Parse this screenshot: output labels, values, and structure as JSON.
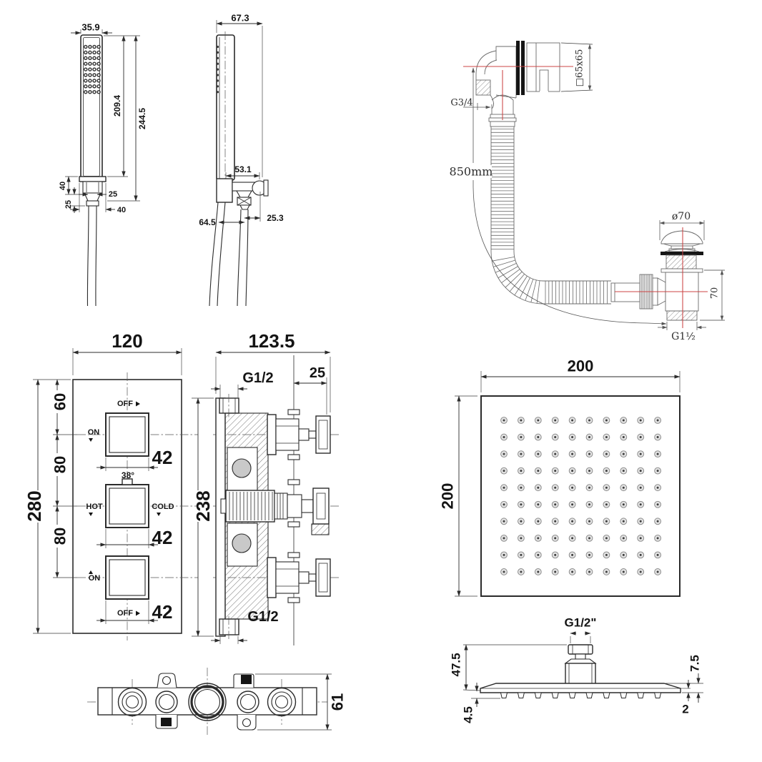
{
  "colors": {
    "line": "#2b2b2b",
    "bath_line": "#6b6b6b",
    "red_centerline": "#cc4444",
    "background": "#ffffff"
  },
  "hand_shower_front": {
    "head_width": "35.9",
    "face_length": "209.4",
    "total_length": "244.5",
    "bracket_height": "40",
    "bracket_lower": "25",
    "cone_width": "25",
    "bracket_width": "40",
    "spray_rows": 9,
    "spray_cols": 4
  },
  "hand_shower_side": {
    "depth": "67.3",
    "bracket_length": "53.1",
    "hose_spread": "64.5",
    "hose_offset": "25.3",
    "spray_rows": 9
  },
  "bath_filler": {
    "overflow_face": "□65x65",
    "inlet_thread": "G3/4",
    "hose_length": "850mm",
    "waste_cap_dia": "ø70",
    "waste_height": "70",
    "waste_thread": "G1½"
  },
  "valve_front": {
    "width": "120",
    "height": "280",
    "offset_top": "60",
    "spacing_mid": "80",
    "spacing_bottom": "80",
    "knob1_size": "42",
    "knob2_size": "42",
    "knob3_size": "42",
    "temp": "38°",
    "knob1_off": "OFF",
    "knob1_on": "ON",
    "hot": "HOT",
    "cold": "COLD",
    "knob3_on": "ON",
    "knob3_off": "OFF"
  },
  "valve_side": {
    "depth": "123.5",
    "top_thread": "G1/2",
    "wall_offset": "25",
    "height": "238",
    "bottom_thread": "G1/2"
  },
  "valve_bottom": {
    "depth": "61"
  },
  "shower_head_face": {
    "width": "200",
    "height": "200",
    "nozzle_rows": 10,
    "nozzle_cols": 10
  },
  "shower_head_side": {
    "thread": "G1/2\"",
    "total_height": "47.5",
    "edge_height": "7.5",
    "nozzle_depth": "4.5",
    "plate_thickness": "2",
    "nozzle_count": 10
  }
}
